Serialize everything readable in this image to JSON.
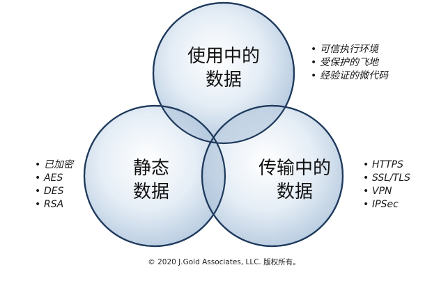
{
  "circles": {
    "in_use": {
      "line1": "使用中的",
      "line2": "数据"
    },
    "at_rest": {
      "line1": "静态",
      "line2": "数据"
    },
    "in_transit": {
      "line1": "传输中的",
      "line2": "数据"
    }
  },
  "lists": {
    "in_use": [
      "可信执行环境",
      "受保护的飞地",
      "经验证的微代码"
    ],
    "at_rest": [
      "已加密",
      "AES",
      "DES",
      "RSA"
    ],
    "in_transit": [
      "HTTPS",
      "SSL/TLS",
      "VPN",
      "IPSec"
    ]
  },
  "footer": "© 2020 J.Gold Associates, LLC. 版权所有。",
  "colors": {
    "circle_fill": "#dfe9f3",
    "circle_edge": "#1f3a5c",
    "overlap_fill": "#b9cde1"
  }
}
